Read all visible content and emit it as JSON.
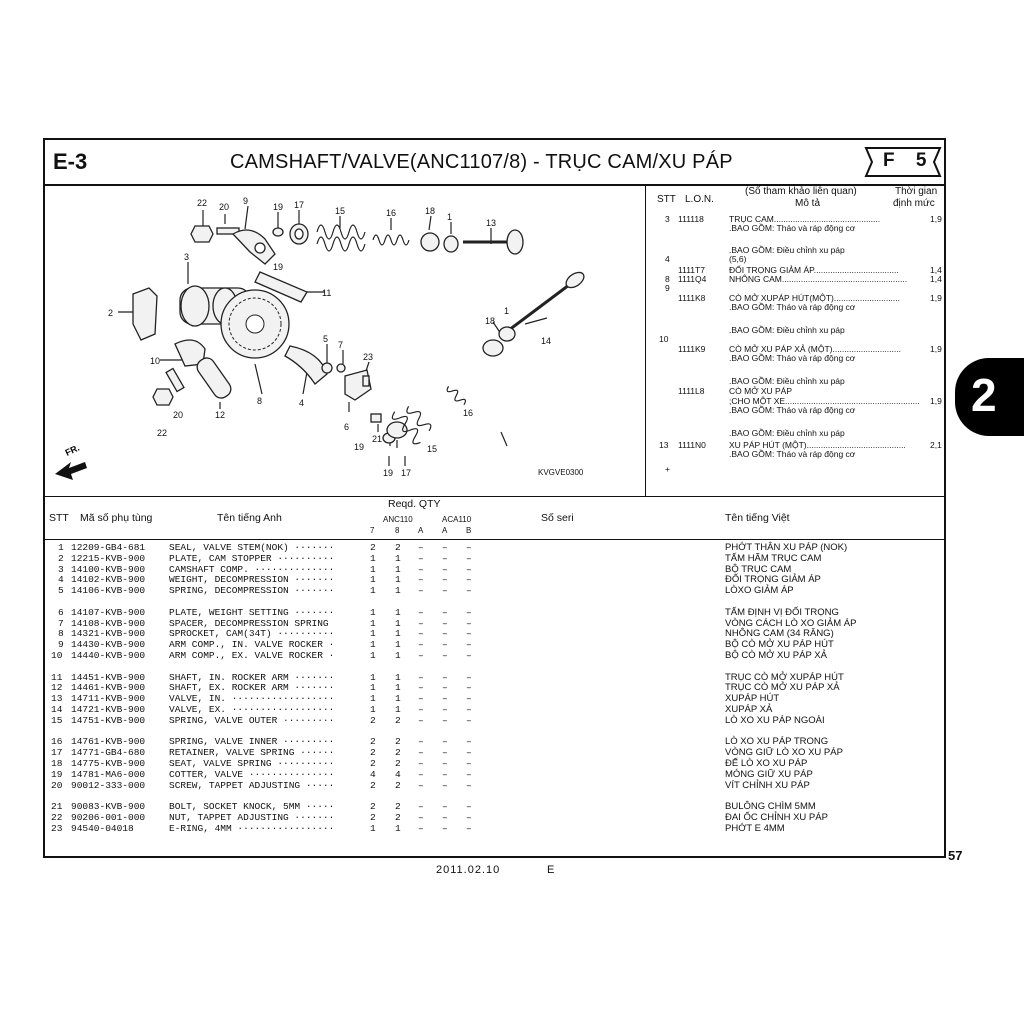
{
  "header": {
    "section_code": "E-3",
    "title": "CAMSHAFT/VALVE(ANC1107/8) - TRỤC CAM/XU PÁP",
    "badge": "F 5"
  },
  "diagram": {
    "code": "KVGVE0300",
    "fr_label": "FR.",
    "callouts": [
      "22",
      "20",
      "9",
      "19",
      "17",
      "15",
      "16",
      "18",
      "1",
      "13",
      "3",
      "19",
      "11",
      "2",
      "18",
      "1",
      "14",
      "5",
      "7",
      "10",
      "23",
      "8",
      "4",
      "20",
      "12",
      "22",
      "6",
      "21",
      "19",
      "15",
      "16",
      "19",
      "17"
    ]
  },
  "reference": {
    "col_stt": "STT",
    "col_lon": "L.O.N.",
    "col_desc_1": "(Số tham khảo liên quan)",
    "col_desc_2": "Mô tả",
    "col_time_1": "Thời gian",
    "col_time_2": "định mức",
    "lines": [
      {
        "stt": "3",
        "lon": "111118",
        "desc": "TRỤC CAM.............................................",
        "time": "1,9"
      },
      {
        "stt": "",
        "lon": "",
        "desc": ".BAO GỒM: Tháo và ráp động cơ",
        "time": ""
      },
      {
        "stt": "",
        "lon": "",
        "desc": ".BAO GỒM: Điều chỉnh xu páp",
        "time": ""
      },
      {
        "stt": "4",
        "lon": "",
        "desc": "(5,6)",
        "time": ""
      },
      {
        "stt": "",
        "lon": "1111T7",
        "desc": "ĐỐI TRỌNG GIẢM ÁP....................................",
        "time": "1,4"
      },
      {
        "stt": "8",
        "lon": "1111Q4",
        "desc": "NHÔNG CAM.....................................................",
        "time": "1,4"
      },
      {
        "stt": "9",
        "lon": "",
        "desc": "",
        "time": ""
      },
      {
        "stt": "",
        "lon": "1111K8",
        "desc": "CÒ MỞ XUPÁP HÚT(MỘT)............................",
        "time": "1,9"
      },
      {
        "stt": "",
        "lon": "",
        "desc": ".BAO GỒM: Tháo và ráp động cơ",
        "time": ""
      },
      {
        "stt": "",
        "lon": "",
        "desc": ".BAO GỒM: Điều chỉnh xu páp",
        "time": ""
      },
      {
        "stt": "10",
        "lon": "",
        "desc": "",
        "time": ""
      },
      {
        "stt": "",
        "lon": "1111K9",
        "desc": "CÒ MỞ XU PÁP XẢ (MỘT).............................",
        "time": "1,9"
      },
      {
        "stt": "",
        "lon": "",
        "desc": ".BAO GỒM: Tháo và ráp động cơ",
        "time": ""
      },
      {
        "stt": "",
        "lon": "",
        "desc": ".BAO GỒM: Điều chỉnh xu páp",
        "time": ""
      },
      {
        "stt": "",
        "lon": "1111L8",
        "desc": "CÒ MỞ XU PÁP",
        "time": ""
      },
      {
        "stt": "",
        "lon": "",
        "desc": ";CHO MỘT XE.........................................................",
        "time": "1,9"
      },
      {
        "stt": "",
        "lon": "",
        "desc": ".BAO GỒM: Tháo và ráp động cơ",
        "time": ""
      },
      {
        "stt": "",
        "lon": "",
        "desc": ".BAO GỒM: Điều chỉnh xu páp",
        "time": ""
      },
      {
        "stt": "13",
        "lon": "1111N0",
        "desc": "XU PÁP HÚT (MỘT)..........................................",
        "time": "2,1"
      },
      {
        "stt": "",
        "lon": "",
        "desc": ".BAO GỒM: Tháo và ráp động cơ",
        "time": ""
      },
      {
        "stt": "+",
        "lon": "",
        "desc": "",
        "time": ""
      }
    ]
  },
  "table": {
    "h_stt": "STT",
    "h_part": "Mã số phụ tùng",
    "h_en": "Tên tiếng Anh",
    "h_reqd": "Reqd. QTY",
    "h_anc": "ANC110",
    "h_aca": "ACA110",
    "h_c7": "7",
    "h_c8": "8",
    "h_ca": "A",
    "h_cA": "A",
    "h_cB": "B",
    "h_serial": "Số seri",
    "h_vn": "Tên tiếng Việt",
    "groups": [
      [
        {
          "stt": "1",
          "part": "12209-GB4-681",
          "en": "SEAL, VALVE STEM(NOK) ·······",
          "q": [
            "2",
            "2",
            "–",
            "–",
            "–"
          ],
          "vn": "PHỚT THÂN XU PÁP (NOK)"
        },
        {
          "stt": "2",
          "part": "12215-KVB-900",
          "en": "PLATE, CAM STOPPER ··········",
          "q": [
            "1",
            "1",
            "–",
            "–",
            "–"
          ],
          "vn": "TẤM HÃM TRỤC CAM"
        },
        {
          "stt": "3",
          "part": "14100-KVB-900",
          "en": "CAMSHAFT COMP. ··············",
          "q": [
            "1",
            "1",
            "–",
            "–",
            "–"
          ],
          "vn": "BỘ TRỤC CAM"
        },
        {
          "stt": "4",
          "part": "14102-KVB-900",
          "en": "WEIGHT, DECOMPRESSION ·······",
          "q": [
            "1",
            "1",
            "–",
            "–",
            "–"
          ],
          "vn": "ĐỐI TRỌNG GIẢM ÁP"
        },
        {
          "stt": "5",
          "part": "14106-KVB-900",
          "en": "SPRING, DECOMPRESSION ·······",
          "q": [
            "1",
            "1",
            "–",
            "–",
            "–"
          ],
          "vn": "LÒXO GIẢM ÁP"
        }
      ],
      [
        {
          "stt": "6",
          "part": "14107-KVB-900",
          "en": "PLATE, WEIGHT SETTING ·······",
          "q": [
            "1",
            "1",
            "–",
            "–",
            "–"
          ],
          "vn": "TẤM ĐỊNH VỊ ĐỐI TRỌNG"
        },
        {
          "stt": "7",
          "part": "14108-KVB-900",
          "en": "SPACER, DECOMPRESSION SPRING",
          "q": [
            "1",
            "1",
            "–",
            "–",
            "–"
          ],
          "vn": "VÒNG CÁCH LÒ XO GIẢM ÁP"
        },
        {
          "stt": "8",
          "part": "14321-KVB-900",
          "en": "SPROCKET, CAM(34T) ··········",
          "q": [
            "1",
            "1",
            "–",
            "–",
            "–"
          ],
          "vn": "NHÔNG CAM (34 RĂNG)"
        },
        {
          "stt": "9",
          "part": "14430-KVB-900",
          "en": "ARM COMP., IN. VALVE ROCKER ·",
          "q": [
            "1",
            "1",
            "–",
            "–",
            "–"
          ],
          "vn": "BỘ CÒ MỞ XU PÁP HÚT"
        },
        {
          "stt": "10",
          "part": "14440-KVB-900",
          "en": "ARM COMP., EX. VALVE ROCKER ·",
          "q": [
            "1",
            "1",
            "–",
            "–",
            "–"
          ],
          "vn": "BỘ CÒ MỞ XU PÁP XẢ"
        }
      ],
      [
        {
          "stt": "11",
          "part": "14451-KVB-900",
          "en": "SHAFT, IN. ROCKER ARM ·······",
          "q": [
            "1",
            "1",
            "–",
            "–",
            "–"
          ],
          "vn": "TRỤC CÒ MỞ XUPÁP HÚT"
        },
        {
          "stt": "12",
          "part": "14461-KVB-900",
          "en": "SHAFT, EX. ROCKER ARM ·······",
          "q": [
            "1",
            "1",
            "–",
            "–",
            "–"
          ],
          "vn": "TRỤC CÒ MỞ XU PÁP XẢ"
        },
        {
          "stt": "13",
          "part": "14711-KVB-900",
          "en": "VALVE, IN. ··················",
          "q": [
            "1",
            "1",
            "–",
            "–",
            "–"
          ],
          "vn": "XUPÁP HÚT"
        },
        {
          "stt": "14",
          "part": "14721-KVB-900",
          "en": "VALVE, EX. ··················",
          "q": [
            "1",
            "1",
            "–",
            "–",
            "–"
          ],
          "vn": "XUPÁP XẢ"
        },
        {
          "stt": "15",
          "part": "14751-KVB-900",
          "en": "SPRING, VALVE OUTER ·········",
          "q": [
            "2",
            "2",
            "–",
            "–",
            "–"
          ],
          "vn": "LÒ XO XU PÁP NGOÀI"
        }
      ],
      [
        {
          "stt": "16",
          "part": "14761-KVB-900",
          "en": "SPRING, VALVE INNER ·········",
          "q": [
            "2",
            "2",
            "–",
            "–",
            "–"
          ],
          "vn": "LÒ XO XU PÁP TRONG"
        },
        {
          "stt": "17",
          "part": "14771-GB4-680",
          "en": "RETAINER, VALVE SPRING ······",
          "q": [
            "2",
            "2",
            "–",
            "–",
            "–"
          ],
          "vn": "VÒNG GIỮ LÒ XO XU PÁP"
        },
        {
          "stt": "18",
          "part": "14775-KVB-900",
          "en": "SEAT, VALVE SPRING ··········",
          "q": [
            "2",
            "2",
            "–",
            "–",
            "–"
          ],
          "vn": "ĐẾ LÒ XO XU PÁP"
        },
        {
          "stt": "19",
          "part": "14781-MA6-000",
          "en": "COTTER, VALVE ···············",
          "q": [
            "4",
            "4",
            "–",
            "–",
            "–"
          ],
          "vn": "MÓNG GIỮ XU PÁP"
        },
        {
          "stt": "20",
          "part": "90012-333-000",
          "en": "SCREW, TAPPET ADJUSTING ·····",
          "q": [
            "2",
            "2",
            "–",
            "–",
            "–"
          ],
          "vn": "VÍT CHỈNH XU PÁP"
        }
      ],
      [
        {
          "stt": "21",
          "part": "90083-KVB-900",
          "en": "BOLT, SOCKET KNOCK, 5MM ·····",
          "q": [
            "2",
            "2",
            "–",
            "–",
            "–"
          ],
          "vn": "BULÔNG CHÌM 5MM"
        },
        {
          "stt": "22",
          "part": "90206-001-000",
          "en": "NUT, TAPPET ADJUSTING ·······",
          "q": [
            "2",
            "2",
            "–",
            "–",
            "–"
          ],
          "vn": "ĐAI ỐC CHỈNH XU PÁP"
        },
        {
          "stt": "23",
          "part": "94540-04018",
          "en": "E-RING, 4MM ·················",
          "q": [
            "1",
            "1",
            "–",
            "–",
            "–"
          ],
          "vn": "PHỚT E 4MM"
        }
      ]
    ]
  },
  "side_tab": "2",
  "footer": {
    "page_number": "57",
    "date": "2011.02.10",
    "edition": "E"
  }
}
